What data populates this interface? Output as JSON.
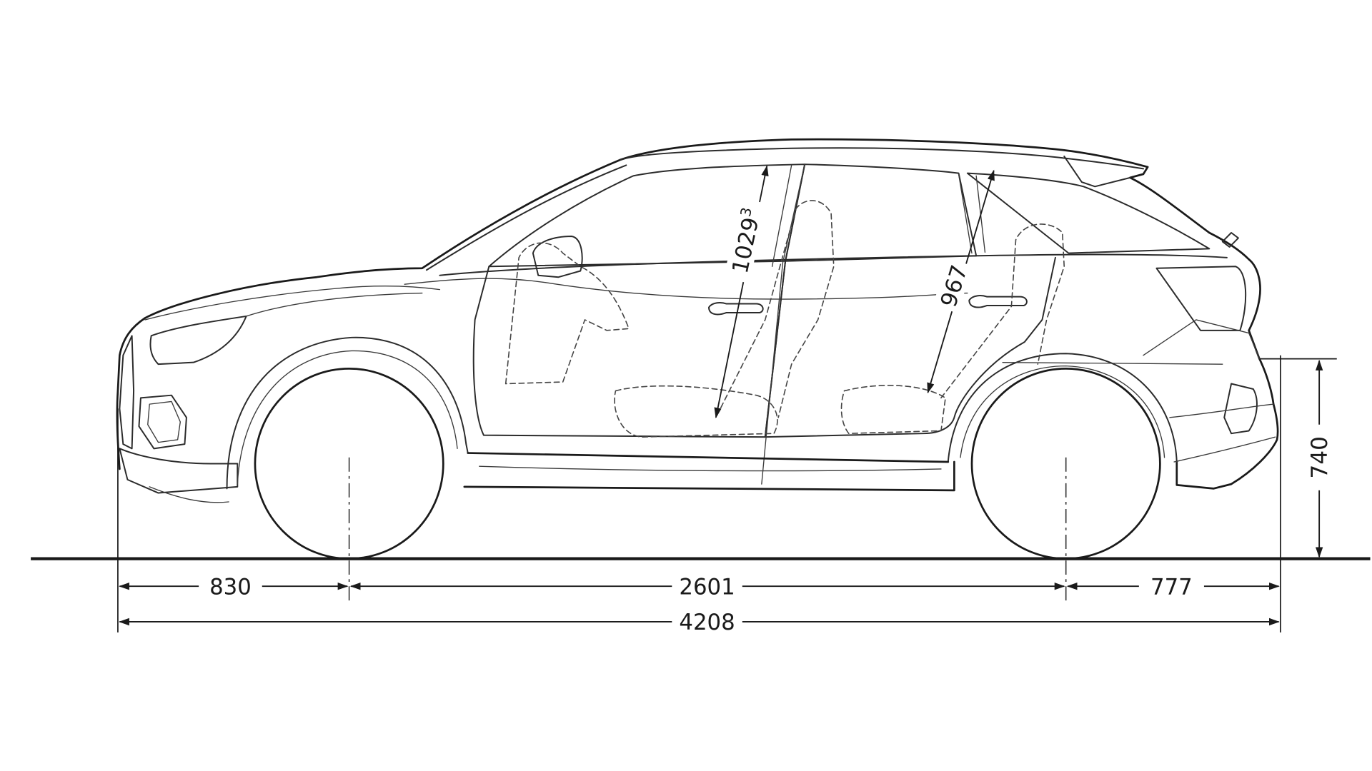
{
  "dimensions": {
    "front_overhang": "830",
    "wheelbase": "2601",
    "rear_overhang": "777",
    "overall_length": "4208",
    "rear_loading_height": "740",
    "front_headroom": "1029",
    "front_headroom_note": "3",
    "rear_headroom": "967"
  }
}
